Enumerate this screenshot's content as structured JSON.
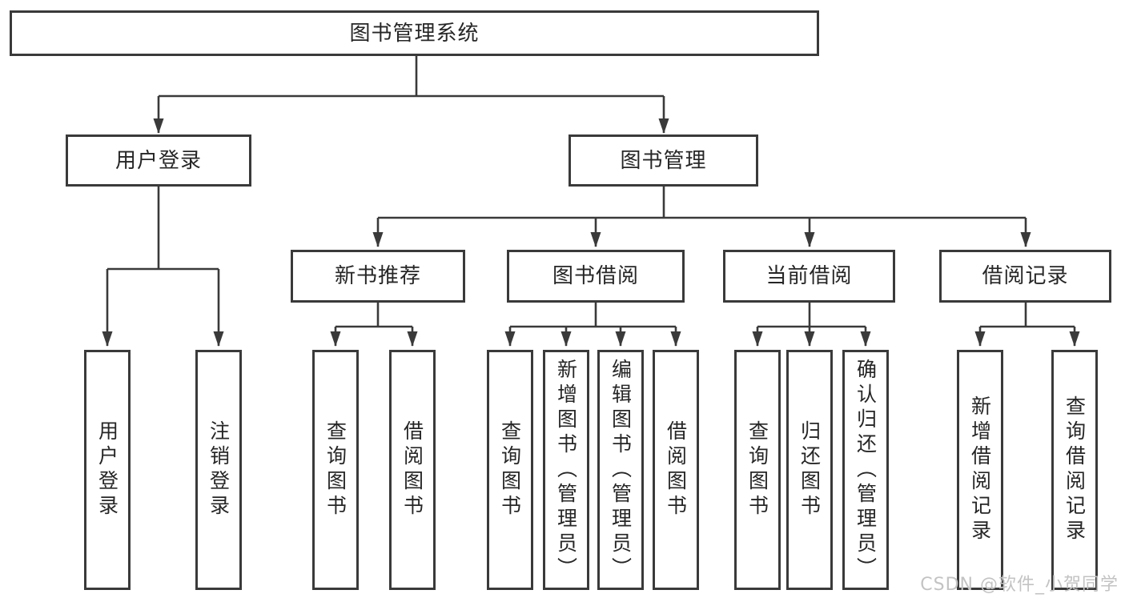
{
  "diagram": {
    "root": "图书管理系统",
    "level2": {
      "user_login": "用户登录",
      "book_management": "图书管理"
    },
    "level3": {
      "new_book_recommend": "新书推荐",
      "book_borrow": "图书借阅",
      "current_borrow": "当前借阅",
      "borrow_records": "借阅记录"
    },
    "leaves": {
      "user": [
        "用户登录",
        "注销登录"
      ],
      "recommend": [
        "查询图书",
        "借阅图书"
      ],
      "borrow": [
        "查询图书",
        "新增图书（管理员）",
        "编辑图书（管理员）",
        "借阅图书"
      ],
      "current": [
        "查询图书",
        "归还图书",
        "确认归还（管理员）"
      ],
      "records": [
        "新增借阅记录",
        "查询借阅记录"
      ]
    }
  },
  "watermark": {
    "text": "CSDN @软件_小贺同学"
  },
  "colors": {
    "line": "#3a3a3a",
    "text": "#262626",
    "watermark": "#c3c3c3",
    "background": "#ffffff"
  }
}
